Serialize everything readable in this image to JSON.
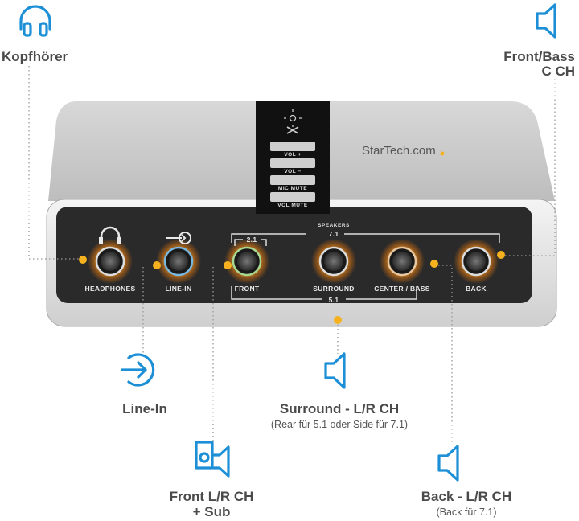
{
  "colors": {
    "icon": "#1c8fd6",
    "led": "#f5b21e",
    "text": "#4a4a4a",
    "panel": "#2b2a2a",
    "body": "#c9c9c9"
  },
  "callouts": {
    "headphones": {
      "label": "Kopfhörer",
      "icon": "headphones-icon"
    },
    "front_bass": {
      "label_line1": "Front/Bass",
      "label_line2": "C CH",
      "icon": "speaker-icon"
    },
    "line_in": {
      "label": "Line-In",
      "icon": "line-in-icon"
    },
    "surround": {
      "label": "Surround - L/R CH",
      "note": "(Rear für 5.1 oder Side für  7.1)",
      "icon": "speaker-icon"
    },
    "front": {
      "label_line1": "Front L/R CH",
      "label_line2": "+ Sub",
      "icon": "front-speaker-icon"
    },
    "back": {
      "label": "Back - L/R CH",
      "note": "(Back für 7.1)",
      "icon": "speaker-icon"
    }
  },
  "device": {
    "brand": "StarTech.com",
    "buttons": [
      "VOL +",
      "VOL −",
      "MIC MUTE",
      "VOL MUTE"
    ],
    "jacks": [
      "HEADPHONES",
      "LINE-IN",
      "FRONT",
      "SURROUND",
      "CENTER / BASS",
      "BACK"
    ],
    "group_speakers": "SPEAKERS",
    "group_71": "7.1",
    "group_21": "2.1",
    "group_51": "5.1"
  }
}
